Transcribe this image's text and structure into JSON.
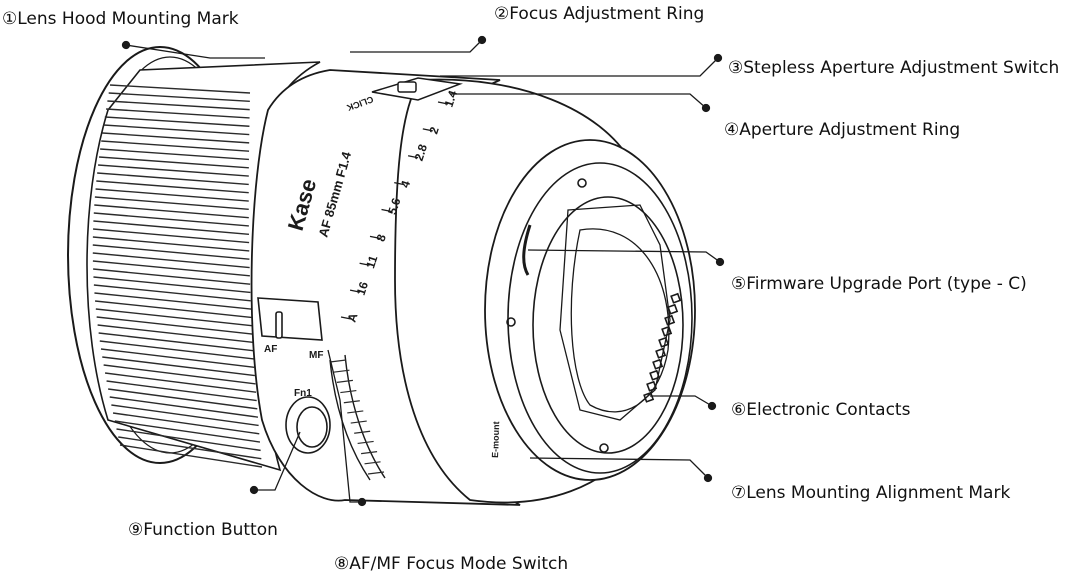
{
  "lens_markings": {
    "brand": "Kase",
    "model": "AF 85mm F1.4",
    "click_label": "CLICK",
    "aperture_scale": [
      "1.4",
      "2",
      "2.8",
      "4",
      "5.6",
      "8",
      "11",
      "16",
      "A"
    ],
    "af_label": "AF",
    "mf_label": "MF",
    "fn_label": "Fn1",
    "mount_label": "E-mount"
  },
  "callouts": [
    {
      "id": "lens-hood-mounting-mark",
      "label": "①Lens Hood Mounting Mark"
    },
    {
      "id": "focus-adjustment-ring",
      "label": "②Focus Adjustment Ring"
    },
    {
      "id": "stepless-aperture-switch",
      "label": "③Stepless Aperture Adjustment Switch"
    },
    {
      "id": "aperture-adjustment-ring",
      "label": "④Aperture Adjustment Ring"
    },
    {
      "id": "firmware-upgrade-port",
      "label": "⑤Firmware Upgrade Port (type - C)"
    },
    {
      "id": "electronic-contacts",
      "label": "⑥Electronic Contacts"
    },
    {
      "id": "lens-mounting-alignment-mark",
      "label": "⑦Lens Mounting Alignment Mark"
    },
    {
      "id": "af-mf-focus-mode-switch",
      "label": "⑧AF/MF Focus Mode Switch"
    },
    {
      "id": "function-button",
      "label": "⑨Function Button"
    }
  ]
}
